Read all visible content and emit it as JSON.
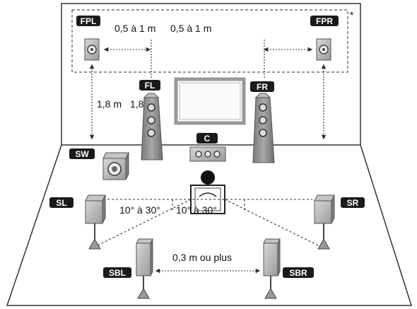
{
  "speakers": {
    "fpl": "FPL",
    "fpr": "FPR",
    "fl": "FL",
    "fr": "FR",
    "c": "C",
    "sw": "SW",
    "sl": "SL",
    "sr": "SR",
    "sbl": "SBL",
    "sbr": "SBR"
  },
  "annotations": {
    "asterisk": "*",
    "presence_distance_left": "0,5 à 1 m",
    "presence_distance_right": "0,5 à 1 m",
    "height_left": "1,8 m",
    "height_right": "1,8 m",
    "angle_left": "10° à 30°",
    "angle_right": "10° à 30°",
    "rear_spacing": "0,3 m ou plus"
  },
  "colors": {
    "line": "#333333",
    "label_bg": "#1a1a1a",
    "speaker_body": "#8f8f8f",
    "speaker_light": "#c9c9c9",
    "tv_frame": "#b8b8b8"
  }
}
